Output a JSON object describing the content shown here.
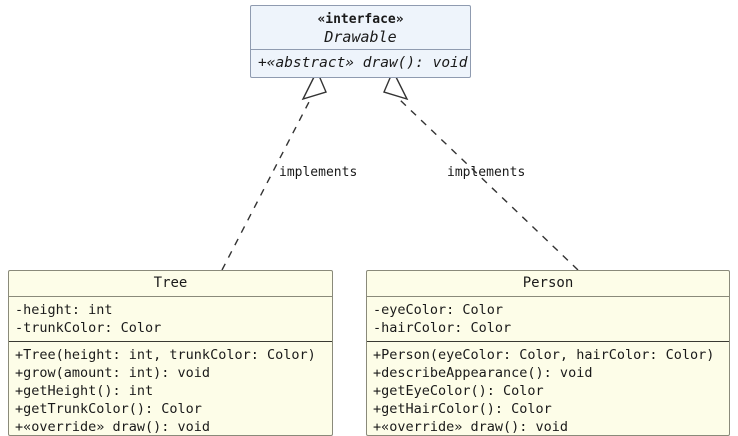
{
  "diagram": {
    "type": "uml-class-diagram",
    "background_color": "#ffffff",
    "interface_fill": "#eef4fb",
    "class_fill": "#fdfde8",
    "border_color": "#8a8a7a",
    "line_color": "#333333"
  },
  "interface": {
    "stereotype": "«interface»",
    "name": "Drawable",
    "methods": [
      "+«abstract» draw(): void"
    ]
  },
  "classes": [
    {
      "name": "Tree",
      "attributes": [
        "-height: int",
        "-trunkColor: Color"
      ],
      "methods": [
        "+Tree(height: int, trunkColor: Color)",
        "+grow(amount: int): void",
        "+getHeight(): int",
        "+getTrunkColor(): Color",
        "+«override» draw(): void"
      ]
    },
    {
      "name": "Person",
      "attributes": [
        "-eyeColor: Color",
        "-hairColor: Color"
      ],
      "methods": [
        "+Person(eyeColor: Color, hairColor: Color)",
        "+describeAppearance(): void",
        "+getEyeColor(): Color",
        "+getHairColor(): Color",
        "+«override» draw(): void"
      ]
    }
  ],
  "relationships": [
    {
      "from": "Tree",
      "to": "Drawable",
      "label": "implements",
      "style": "dashed",
      "arrowhead": "hollow-triangle"
    },
    {
      "from": "Person",
      "to": "Drawable",
      "label": "implements",
      "style": "dashed",
      "arrowhead": "hollow-triangle"
    }
  ]
}
